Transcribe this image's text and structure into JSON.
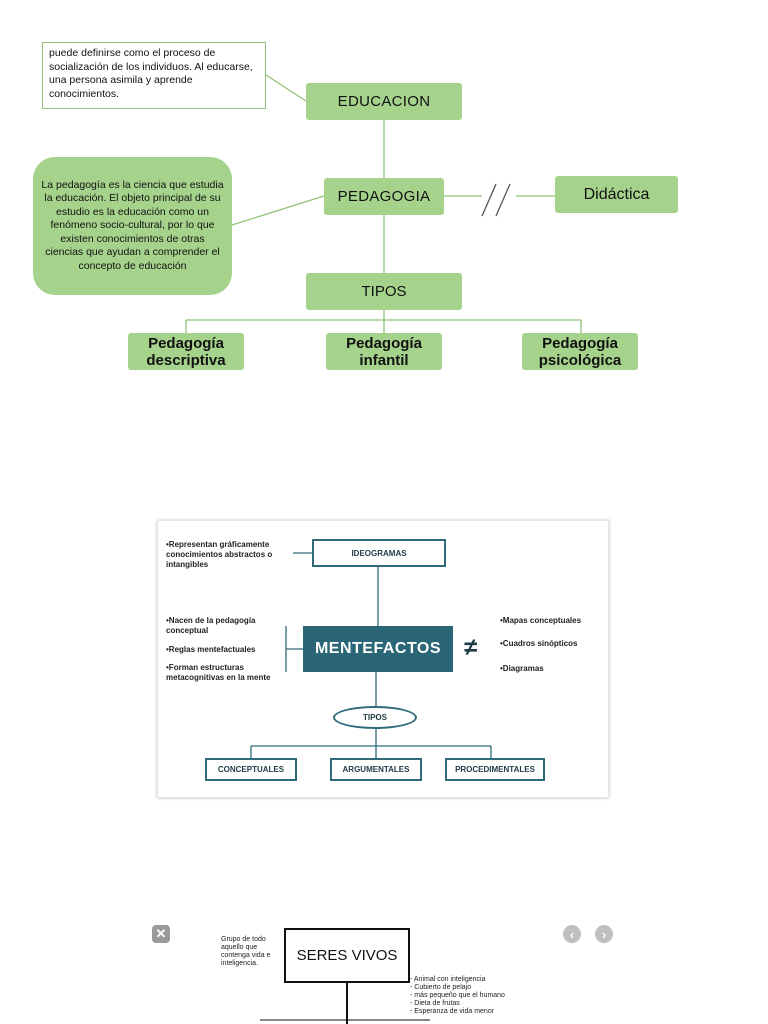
{
  "diagram1": {
    "definition_note": "puede definirse como el proceso de socialización de los individuos. Al educarse, una persona asimila y aprende conocimientos.",
    "pedagogia_note": "La pedagogía es la ciencia que estudia la educación. El objeto principal de su estudio es la educación como un fenómeno socio-cultural, por lo que existen conocimientos de otras ciencias que ayudan a comprender el concepto de educación",
    "educacion": "EDUCACION",
    "pedagogia": "PEDAGOGIA",
    "didactica": "Didáctica",
    "tipos": "TIPOS",
    "types": [
      "Pedagogía descriptiva",
      "Pedagogía infantil",
      "Pedagogía psicológica"
    ],
    "colors": {
      "box": "#a6d38c",
      "line": "#8fc27a"
    }
  },
  "diagram2": {
    "ideogramas_note": "•Representan gráficamente conocimientos abstractos o intangibles",
    "ideogramas": "IDEOGRAMAS",
    "left_notes": [
      "•Nacen de la pedagogía conceptual",
      "•Reglas mentefactuales",
      "•Forman estructuras metacognitivas en la mente"
    ],
    "mentefactos": "MENTEFACTOS",
    "not_equal": "≠",
    "right_notes": [
      "•Mapas conceptuales",
      "•Cuadros sinópticos",
      "•Diagramas"
    ],
    "tipos": "TIPOS",
    "types": [
      "CONCEPTUALES",
      "ARGUMENTALES",
      "PROCEDIMENTALES"
    ],
    "colors": {
      "main": "#2a6676"
    }
  },
  "diagram3": {
    "close_icon": "close-icon",
    "prev_icon": "chevron-left-icon",
    "next_icon": "chevron-right-icon",
    "note": "Grupo de todo aquello que contenga vida e inteligencia.",
    "title": "SERES VIVOS",
    "traits": [
      "- Animal con inteligencia",
      "- Cubierto de pelajo",
      "- más pequeño que el humano",
      "- Dieta de frutas",
      "- Esperanza de vida menor"
    ]
  }
}
